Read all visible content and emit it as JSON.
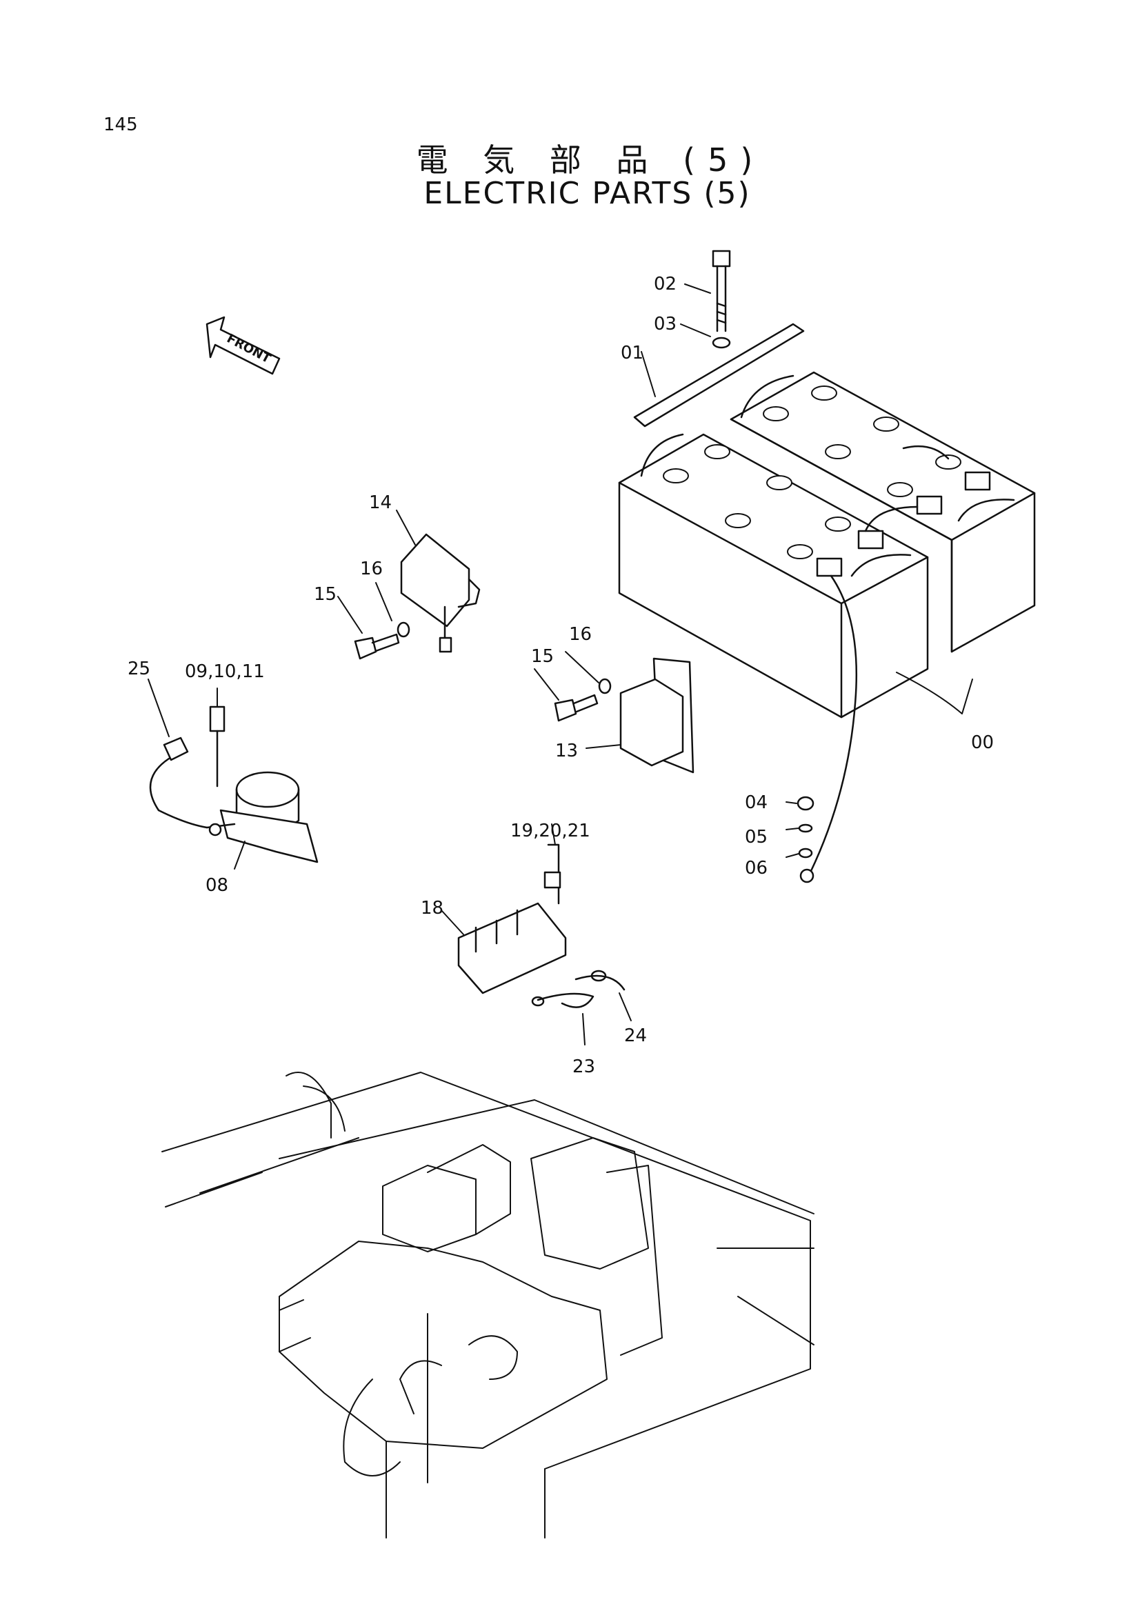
{
  "page_number": "145",
  "title_jp": "電 気 部 品 (5)",
  "title_en": "ELECTRIC PARTS (5)",
  "front_arrow": "FRONT",
  "callouts": {
    "c00": "00",
    "c01": "01",
    "c02": "02",
    "c03": "03",
    "c04": "04",
    "c05": "05",
    "c06": "06",
    "c08": "08",
    "c09": "09,10,11",
    "c13": "13",
    "c14": "14",
    "c15a": "15",
    "c16a": "16",
    "c15b": "15",
    "c16b": "16",
    "c18": "18",
    "c19": "19,20,21",
    "c23": "23",
    "c24": "24",
    "c25": "25"
  }
}
